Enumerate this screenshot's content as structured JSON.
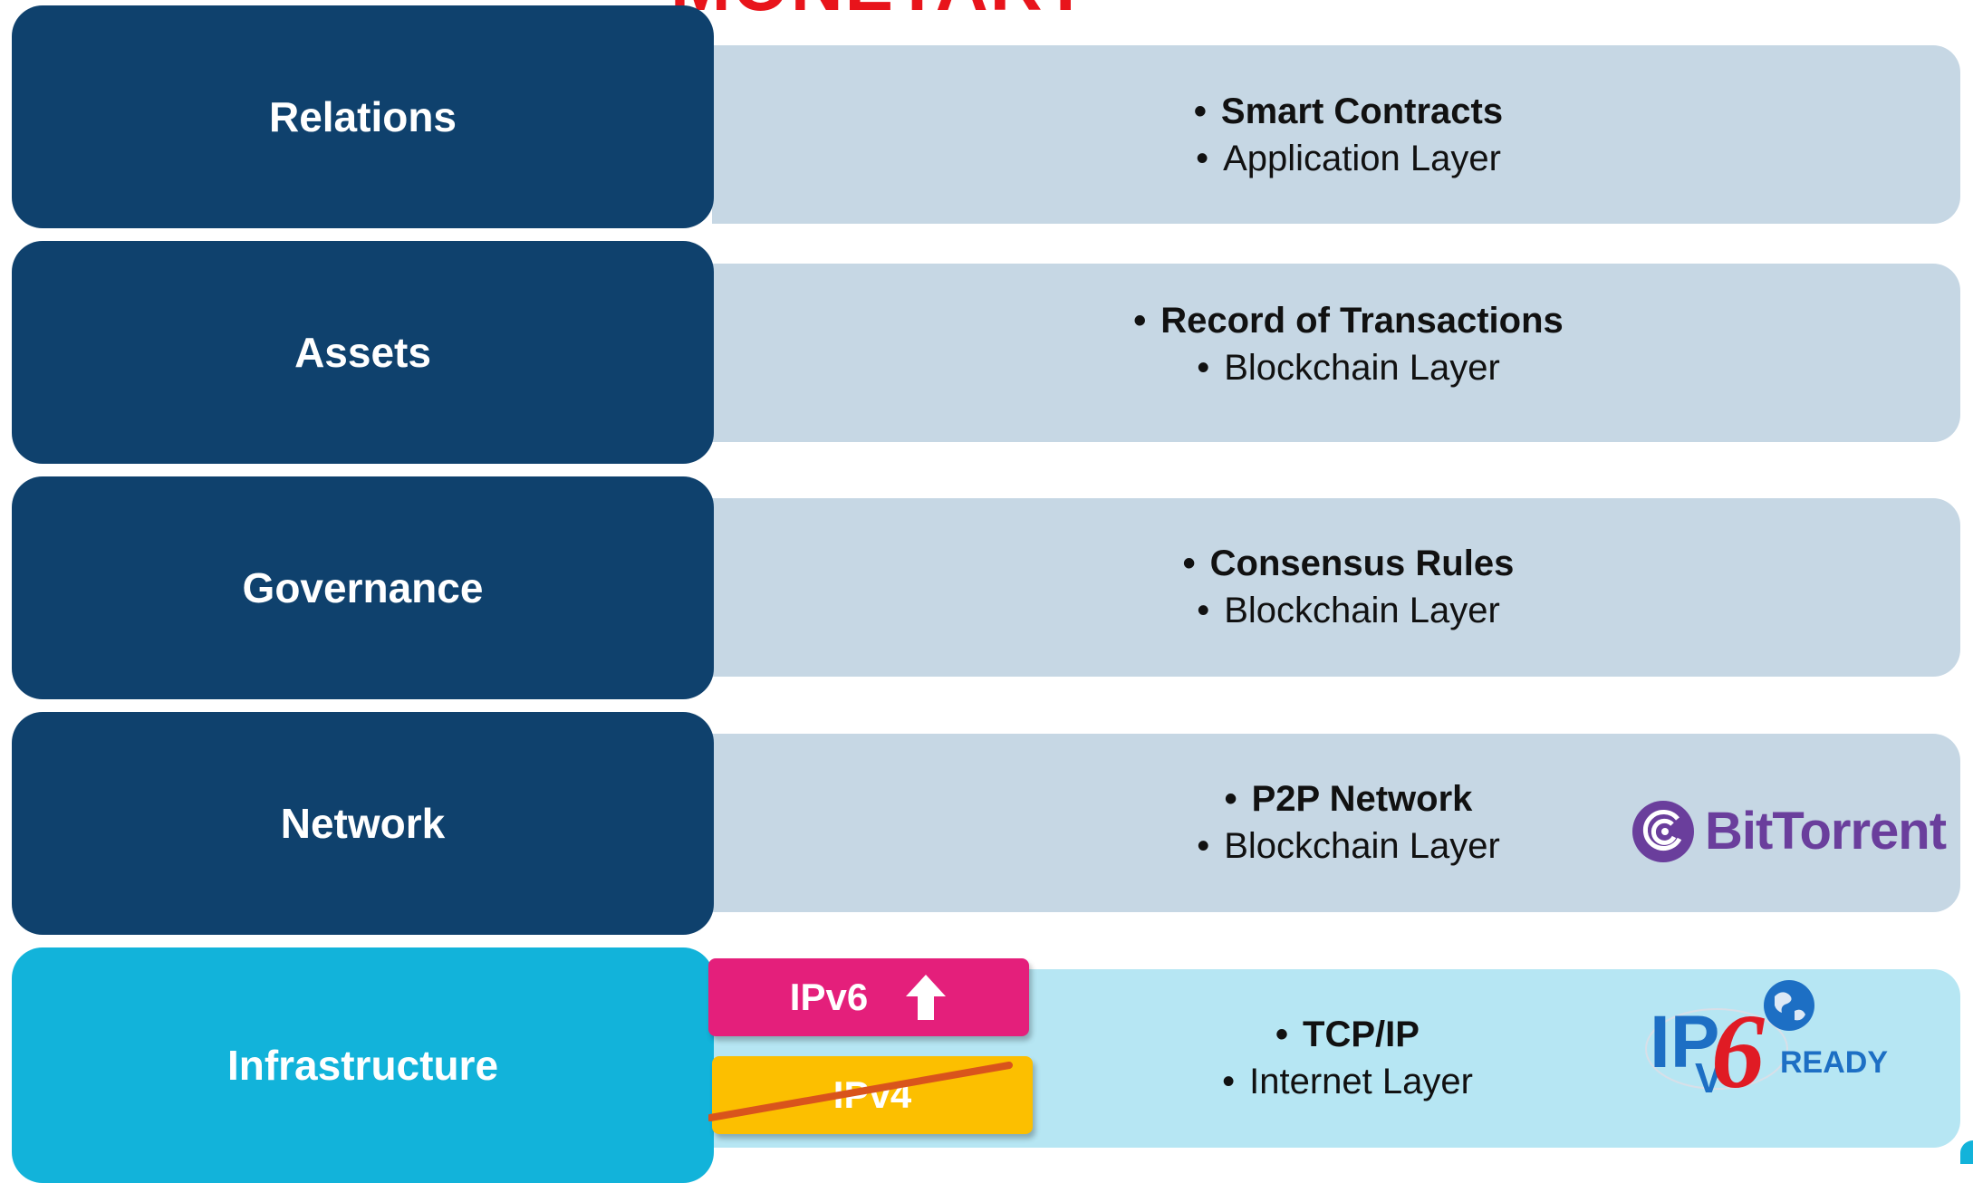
{
  "title_fragment": "MONETARY",
  "layers": [
    {
      "label": "Relations",
      "primary": "Smart Contracts",
      "secondary": "Application Layer"
    },
    {
      "label": "Assets",
      "primary": "Record of Transactions",
      "secondary": "Blockchain Layer"
    },
    {
      "label": "Governance",
      "primary": "Consensus Rules",
      "secondary": "Blockchain Layer"
    },
    {
      "label": "Network",
      "primary": "P2P Network",
      "secondary": "Blockchain Layer"
    },
    {
      "label": "Infrastructure",
      "primary": "TCP/IP",
      "secondary": "Internet Layer"
    }
  ],
  "protocol_tags": {
    "new": "IPv6",
    "old": "IPv4"
  },
  "logos": {
    "bittorrent": "BitTorrent",
    "ipv6_ready": {
      "ip": "IP",
      "v": "V",
      "six": "6",
      "ready": "READY"
    }
  },
  "bullet_symbol": "•",
  "colors": {
    "dark_box": "#0f416d",
    "infra_box": "#12b3da",
    "band": "#c6d7e4",
    "infra_band": "#b6e6f3",
    "ipv6_tag": "#e41f7b",
    "ipv4_tag": "#fcbf00",
    "strike": "#d9541c",
    "title": "#e8141b",
    "bittorrent": "#6a3e9c"
  }
}
